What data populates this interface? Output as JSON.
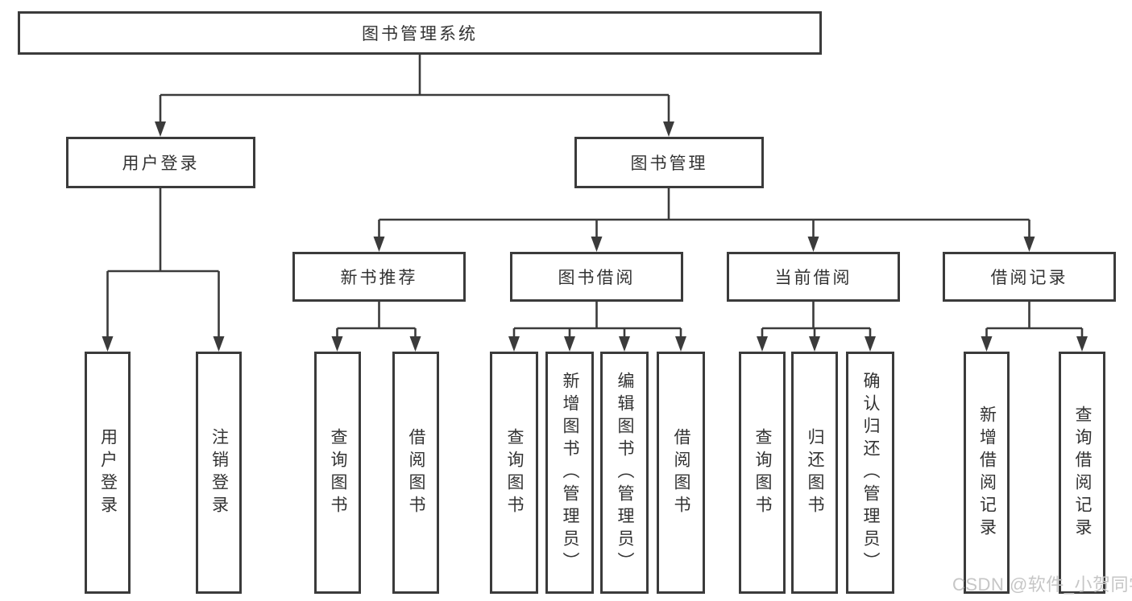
{
  "title": "图书管理系统",
  "tree": {
    "root": {
      "label": "图书管理系统",
      "children": [
        {
          "label": "用户登录",
          "children": [
            {
              "label": "用户登录"
            },
            {
              "label": "注销登录"
            }
          ]
        },
        {
          "label": "图书管理",
          "children": [
            {
              "label": "新书推荐",
              "children": [
                {
                  "label": "查询图书"
                },
                {
                  "label": "借阅图书"
                }
              ]
            },
            {
              "label": "图书借阅",
              "children": [
                {
                  "label": "查询图书"
                },
                {
                  "label": "新增图书（管理员）"
                },
                {
                  "label": "编辑图书（管理员）"
                },
                {
                  "label": "借阅图书"
                }
              ]
            },
            {
              "label": "当前借阅",
              "children": [
                {
                  "label": "查询图书"
                },
                {
                  "label": "归还图书"
                },
                {
                  "label": "确认归还（管理员）"
                }
              ]
            },
            {
              "label": "借阅记录",
              "children": [
                {
                  "label": "新增借阅记录"
                },
                {
                  "label": "查询借阅记录"
                }
              ]
            }
          ]
        }
      ]
    }
  },
  "watermark": "CSDN @软件_小贺同学",
  "colors": {
    "line": "#3b3b3b",
    "text": "#333333",
    "background": "#ffffff",
    "watermark": "#c6c6c6"
  }
}
